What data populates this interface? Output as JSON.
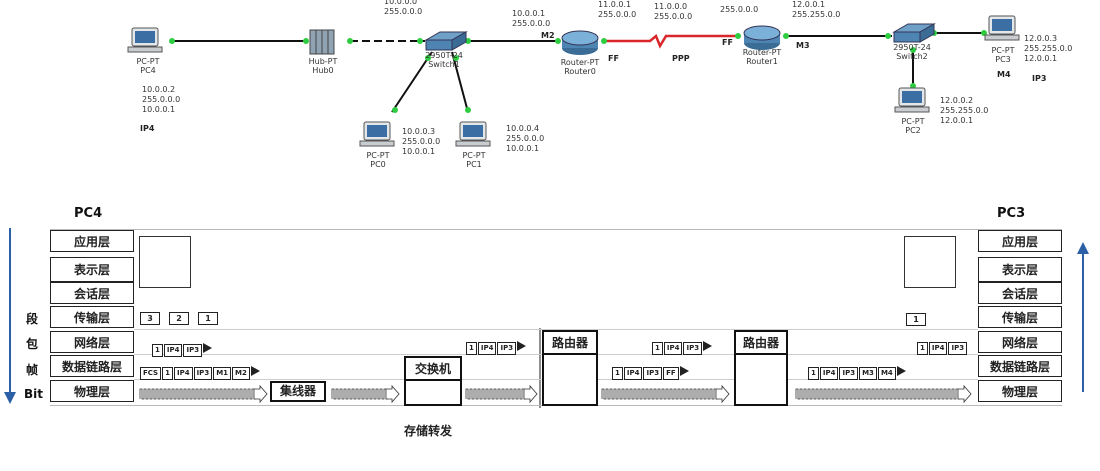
{
  "topology": {
    "devices": {
      "pc4": {
        "type": "PC-PT",
        "name": "PC4"
      },
      "hub0": {
        "type": "Hub-PT",
        "name": "Hub0"
      },
      "switch1": {
        "type": "2950T-24",
        "name": "Switch1"
      },
      "pc0": {
        "type": "PC-PT",
        "name": "PC0"
      },
      "pc1": {
        "type": "PC-PT",
        "name": "PC1"
      },
      "router0": {
        "type": "Router-PT",
        "name": "Router0"
      },
      "router1": {
        "type": "Router-PT",
        "name": "Router1"
      },
      "switch2": {
        "type": "2950T-24",
        "name": "Switch2"
      },
      "pc3": {
        "type": "PC-PT",
        "name": "PC3"
      },
      "pc2": {
        "type": "PC-PT",
        "name": "PC2"
      }
    },
    "ips": {
      "pc4": "10.0.0.2\n255.0.0.0\n10.0.0.1",
      "pc0": "10.0.0.3\n255.0.0.0\n10.0.0.1",
      "pc1": "10.0.0.4\n255.0.0.0\n10.0.0.1",
      "net_top": "10.0.0.0\n255.0.0.0",
      "router0_if": "10.0.0.1\n255.0.0.0",
      "serial_r0": "11.0.0.1\n255.0.0.0",
      "serial_net": "11.0.0.0\n255.0.0.0",
      "r1_left": "255.0.0.0",
      "r1_right": "12.0.0.1\n255.255.0.0",
      "pc3": "12.0.0.3\n255.255.0.0\n12.0.0.1",
      "pc2": "12.0.0.2\n255.255.0.0\n12.0.0.1"
    },
    "tags": {
      "ip4": "IP4",
      "m2": "M2",
      "ff_left": "FF",
      "ppp": "PPP",
      "ff_right": "FF",
      "m3": "M3",
      "m4": "M4",
      "ip3": "IP3"
    }
  },
  "stack": {
    "left_title": "PC4",
    "right_title": "PC3",
    "side_labels": [
      "段",
      "包",
      "帧",
      "Bit"
    ],
    "left_layers": [
      "应用层",
      "表示层",
      "会话层",
      "传输层",
      "网络层",
      "数据链路层",
      "物理层"
    ],
    "right_layers": [
      "应用层",
      "表示层",
      "会话层",
      "传输层",
      "网络层",
      "数据链路层",
      "物理层"
    ],
    "devices": {
      "hub": "集线器",
      "switch": "交换机",
      "router_a": "路由器",
      "router_b": "路由器"
    },
    "caption": "存储转发",
    "segments": {
      "left": [
        "3",
        "2",
        "1"
      ],
      "right": [
        "1"
      ]
    },
    "packets": {
      "left_net": [
        "1",
        "IP4",
        "IP3"
      ],
      "switch_net": [
        "1",
        "IP4",
        "IP3"
      ],
      "mid_net": [
        "1",
        "IP4",
        "IP3"
      ],
      "right_net": [
        "1",
        "IP4",
        "IP3"
      ]
    },
    "frames": {
      "left": [
        "FCS",
        "1",
        "IP4",
        "IP3",
        "M1",
        "M2"
      ],
      "mid": [
        "1",
        "IP4",
        "IP3",
        "FF"
      ],
      "right": [
        "1",
        "IP4",
        "IP3",
        "M3",
        "M4"
      ]
    }
  },
  "colors": {
    "link": "#111111",
    "serial": "#d9262b",
    "port_dot": "#2ecc40",
    "arrow": "#2b5fa6"
  }
}
